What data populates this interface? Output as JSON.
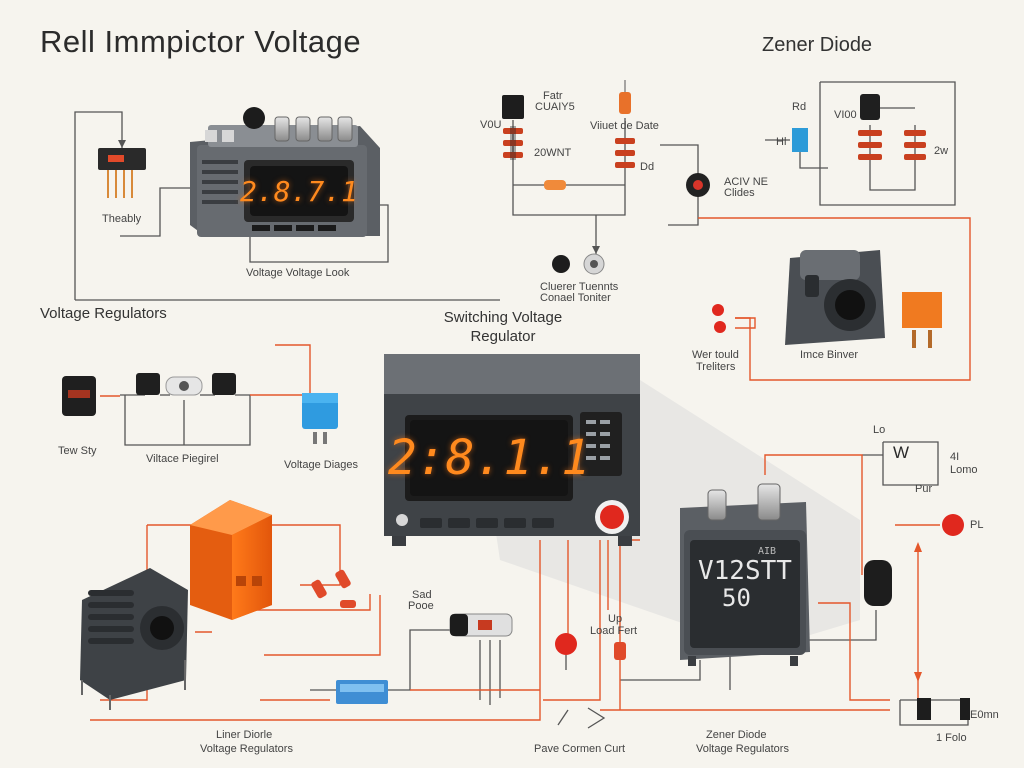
{
  "title": "Rell Immpictor Voltage",
  "corner_label": "Zener Diode",
  "section_labels": {
    "voltage_regulators": "Voltage Regulators",
    "switching_line1": "Switching Voltage",
    "switching_line2": "Regulator"
  },
  "displays": {
    "top": "2.8.7.1",
    "main": "2:8.1.1",
    "chip_line1": "V12STT",
    "chip_line2": "50",
    "chip_tag": "AIB"
  },
  "labels": {
    "thesbly": "Theably",
    "voltage_look": "Voltage Voltage Look",
    "top_c1": "Fatr",
    "top_c2": "CUAIY5",
    "top_c3": "V0U",
    "top_c4": "20WNT",
    "top_c5": "Viiuet de Date",
    "top_c6": "Dd",
    "charter_l1": "Cluerer Tuennts",
    "charter_l2": "Conael Toniter",
    "acv_l1": "ACIV NE",
    "acv_l2": "Clides",
    "zener_r1": "Rd",
    "zener_r2": "Hl",
    "zener_r3": "VI00",
    "zener_r4": "2w",
    "wer_l1": "Wer tould",
    "wer_l2": "Treliters",
    "imge": "Imce Binver",
    "tew": "Tew Sty",
    "viltace": "Viltace Piegirel",
    "voltage_diages": "Voltage Diages",
    "sad_l1": "Sad",
    "sad_l2": "Pooe",
    "up_l1": "Up",
    "up_l2": "Load Fert",
    "ro": "Lo",
    "w_box": "W",
    "lomo_l1": "4I",
    "lomo_l2": "Lomo",
    "pur": "Pur",
    "rl": "PL",
    "liner_l1": "Liner Diorle",
    "liner_l2": "Voltage Regulators",
    "pave": "Pave Cormen Curt",
    "zener_bot_l1": "Zener Diode",
    "zener_bot_l2": "Voltage Regulators",
    "eom": "E0mn",
    "ifolo": "1 Folo"
  }
}
